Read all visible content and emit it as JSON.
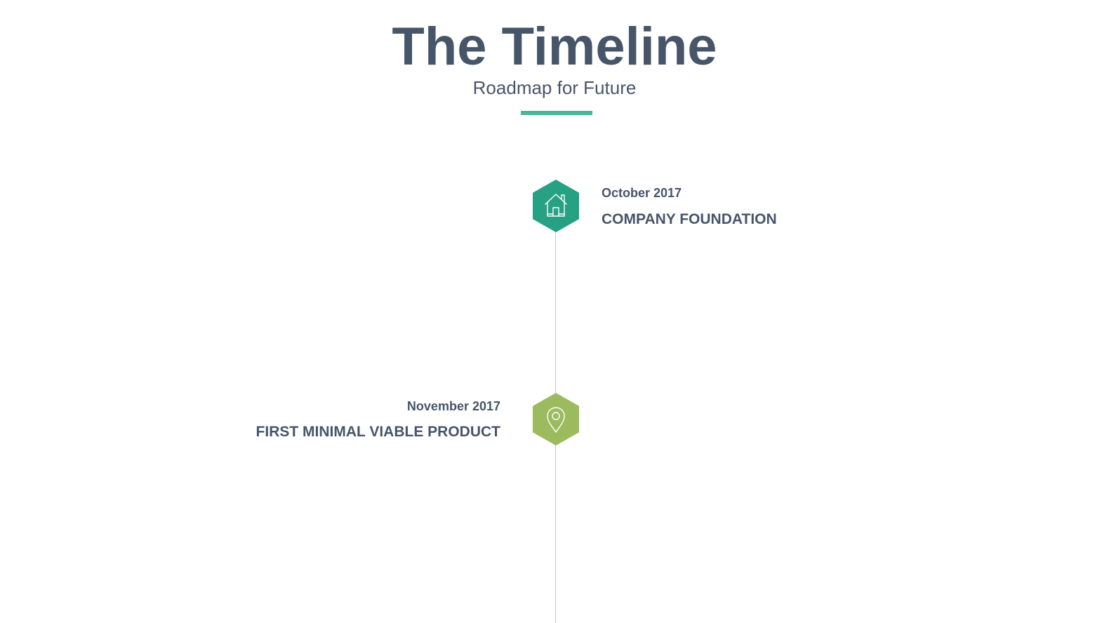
{
  "header": {
    "title": "The Timeline",
    "subtitle": "Roadmap for Future"
  },
  "colors": {
    "text": "#475569",
    "accent_underline": "#4fb39a",
    "event_1_icon_bg": "#26a184",
    "event_2_icon_bg": "#9cbb5f",
    "line": "#c7c7c7"
  },
  "events": [
    {
      "date": "October 2017",
      "title": "COMPANY FOUNDATION",
      "icon": "house-icon",
      "side": "right"
    },
    {
      "date": "November 2017",
      "title": "FIRST MINIMAL VIABLE PRODUCT",
      "icon": "location-pin-icon",
      "side": "left"
    }
  ]
}
